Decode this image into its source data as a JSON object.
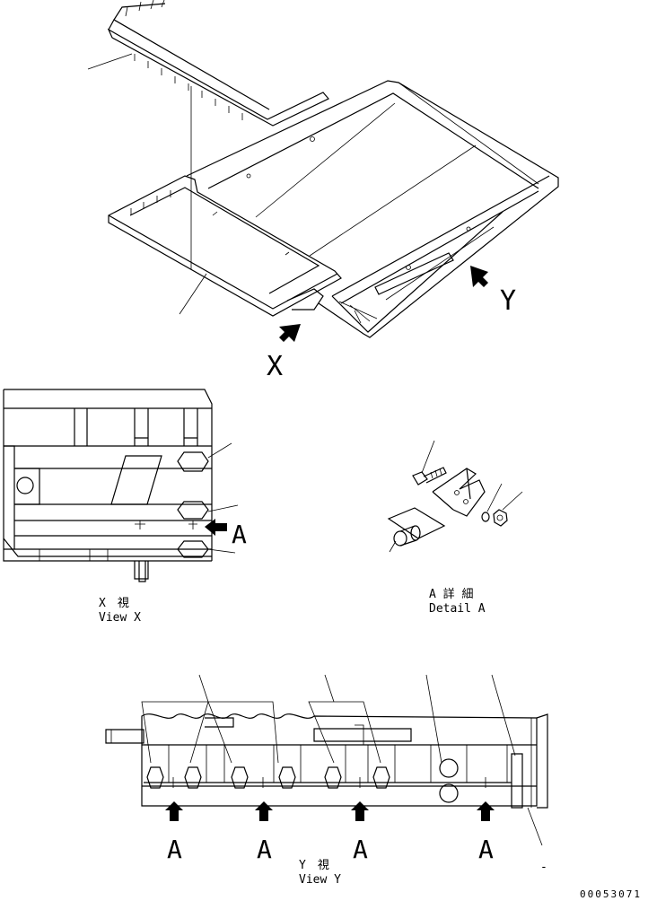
{
  "iso_view": {
    "label_x": "X",
    "label_y": "Y"
  },
  "view_x": {
    "detail_marker": "A",
    "caption_jp": "X　視",
    "caption_en": "View X"
  },
  "detail_a": {
    "caption_jp": "A 詳 細",
    "caption_en": "Detail A"
  },
  "view_y": {
    "markers": [
      "A",
      "A",
      "A",
      "A"
    ],
    "caption_jp": "Y　視",
    "caption_en": "View Y",
    "dash_label": "-"
  },
  "drawing_number": "00053071",
  "colors": {
    "line": "#000000",
    "background": "#ffffff"
  }
}
